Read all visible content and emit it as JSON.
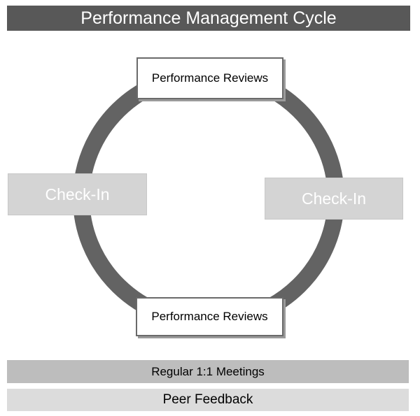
{
  "title": "Performance Management Cycle",
  "cycle": {
    "ring_color": "#636363",
    "top_stage": "Performance Reviews",
    "bottom_stage": "Performance Reviews",
    "left_stage": "Check-In",
    "right_stage": "Check-In"
  },
  "bars": {
    "meetings": "Regular 1:1 Meetings",
    "feedback": "Peer Feedback"
  }
}
